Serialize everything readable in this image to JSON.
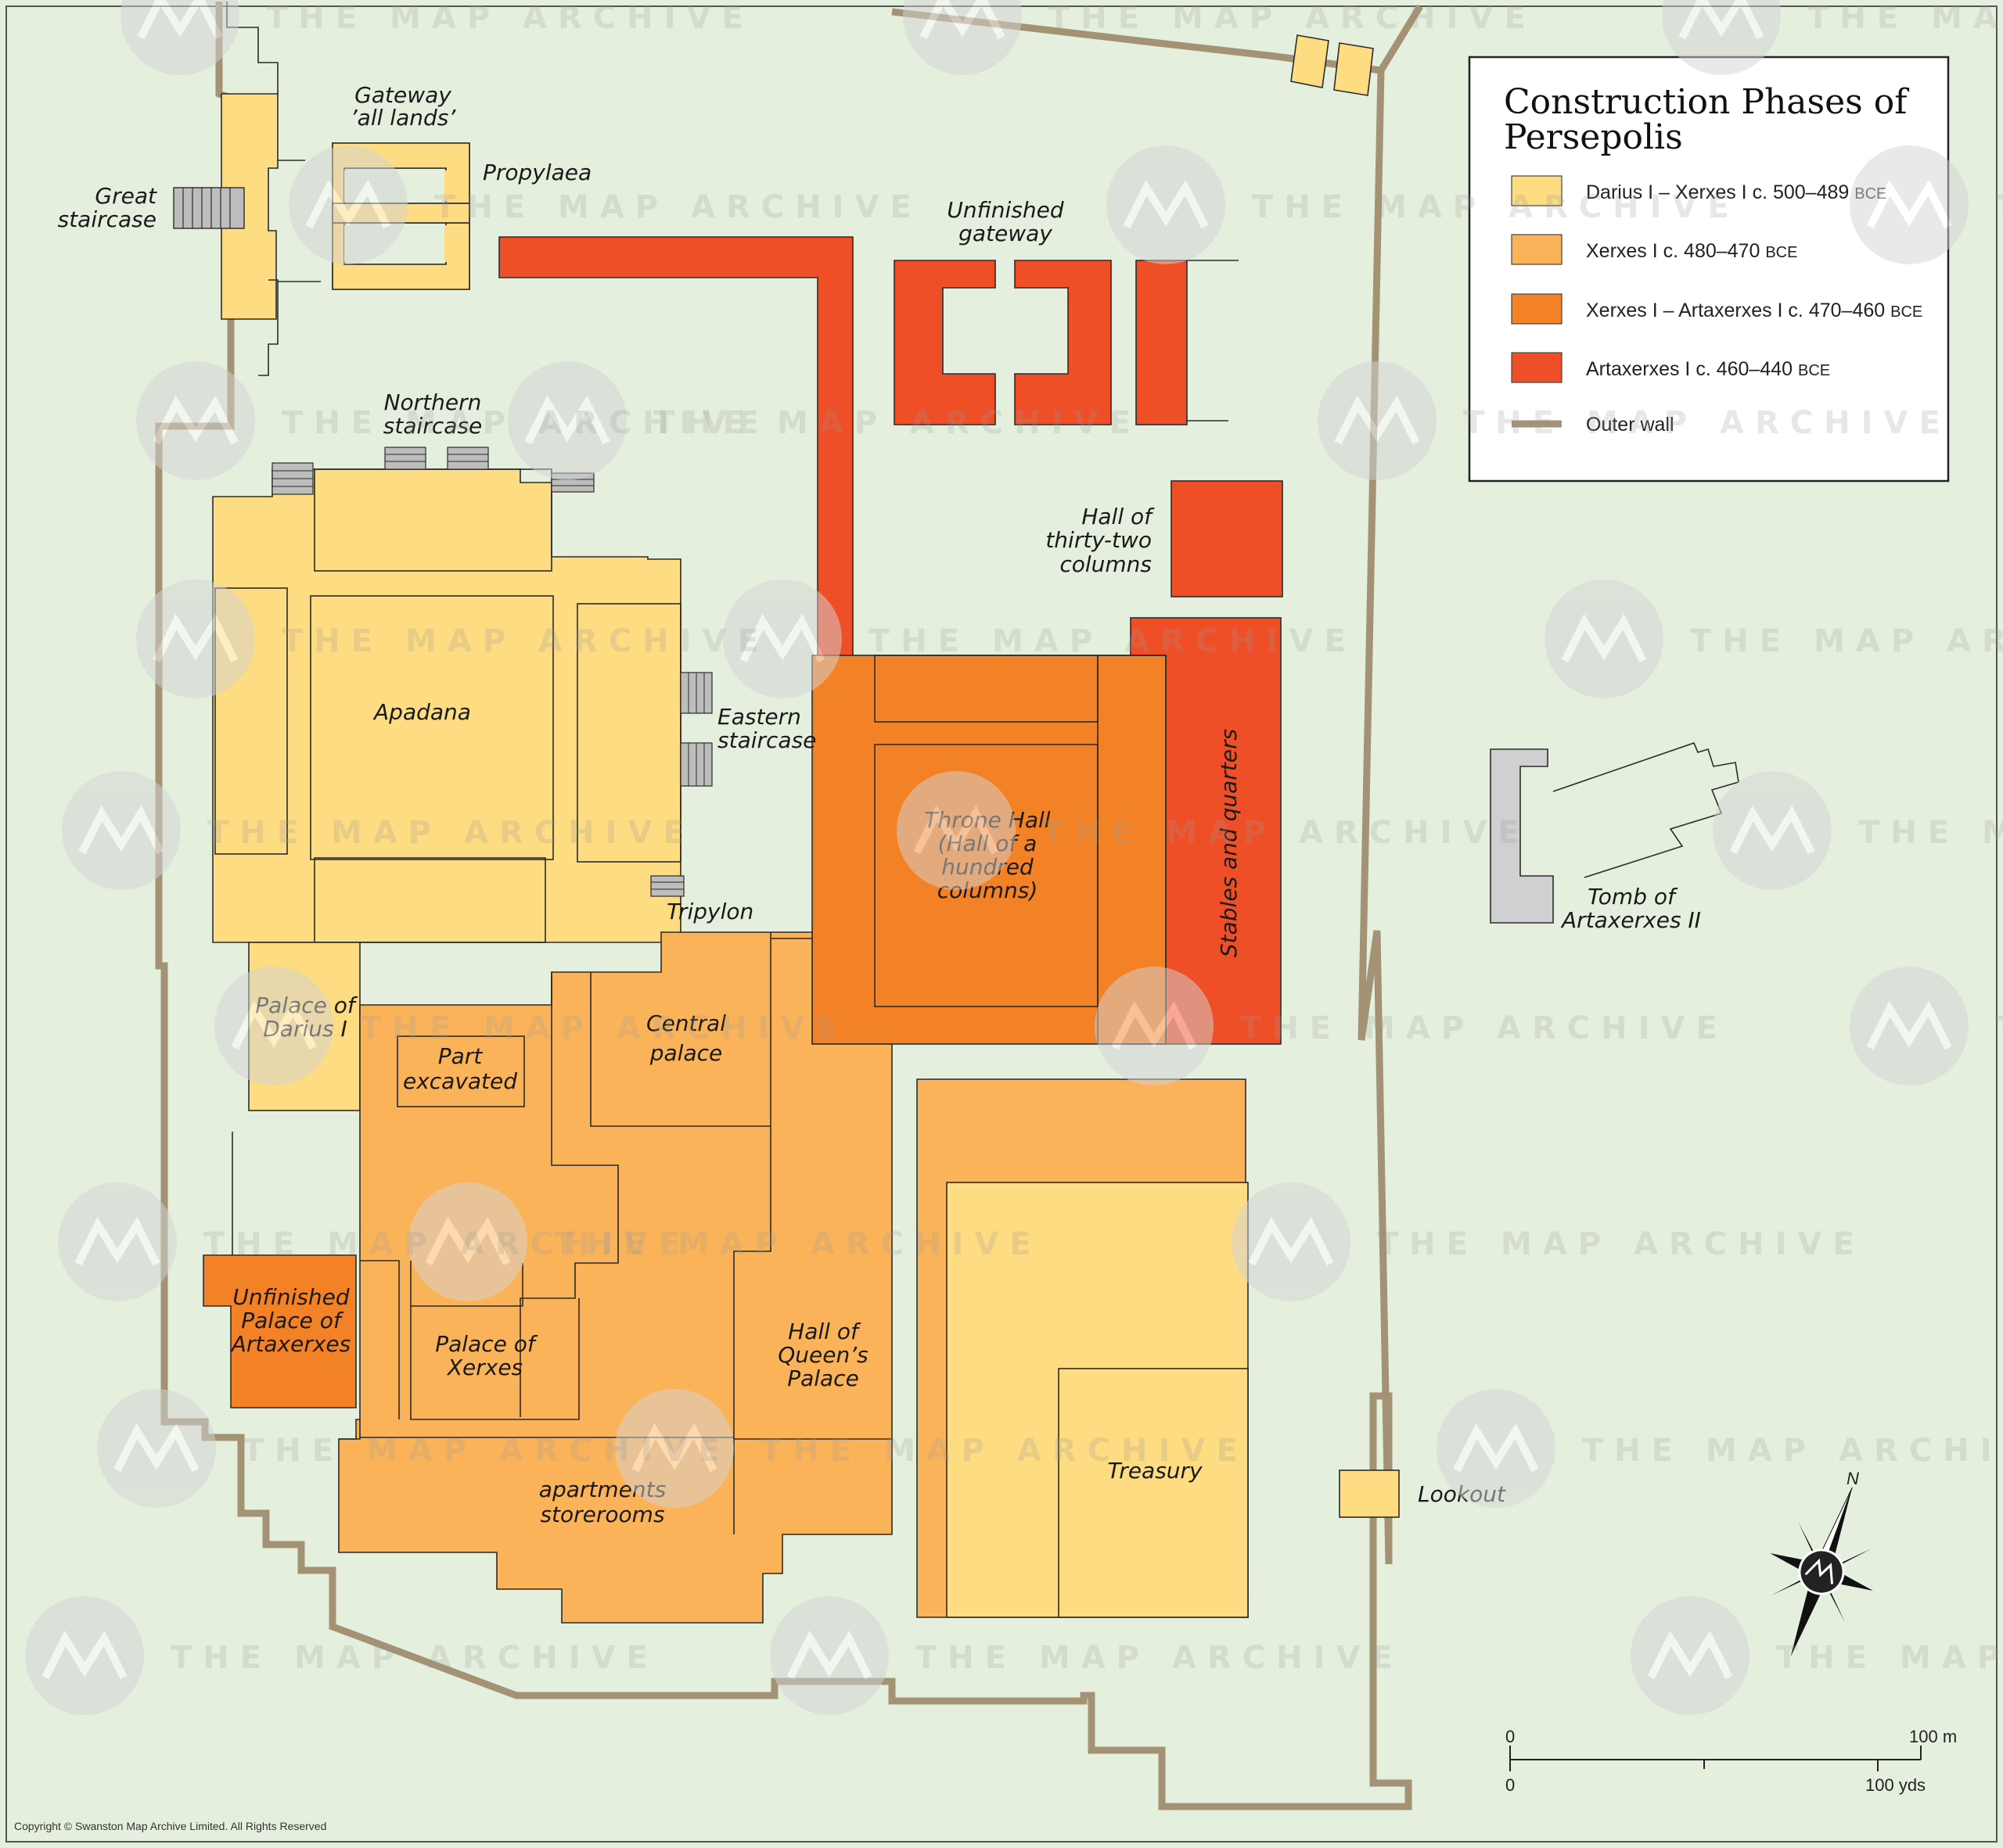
{
  "legend": {
    "title_line1": "Construction Phases of",
    "title_line2": "Persepolis",
    "items": [
      {
        "label": "Darius I – Xerxes I c. 500–489",
        "suffix": "BCE",
        "color": "#fedc82"
      },
      {
        "label": "Xerxes I c. 480–470",
        "suffix": "BCE",
        "color": "#fbb35a"
      },
      {
        "label": "Xerxes I – Artaxerxes I c. 470–460",
        "suffix": "BCE",
        "color": "#f38226"
      },
      {
        "label": "Artaxerxes I c. 460–440",
        "suffix": "BCE",
        "color": "#ef4f27"
      },
      {
        "label": "Outer wall",
        "suffix": "",
        "color": "#a39274"
      }
    ]
  },
  "labels": {
    "gateway_l1": "Gateway",
    "gateway_l2": "’all lands’",
    "propylaea": "Propylaea",
    "great_l1": "Great",
    "great_l2": "staircase",
    "unfinished_gw_l1": "Unfinished",
    "unfinished_gw_l2": "gateway",
    "northern_l1": "Northern",
    "northern_l2": "staircase",
    "hall32_l1": "Hall of",
    "hall32_l2": "thirty-two",
    "hall32_l3": "columns",
    "apadana": "Apadana",
    "eastern_l1": "Eastern",
    "eastern_l2": "staircase",
    "throne_l1": "Throne Hall",
    "throne_l2": "(Hall of a",
    "throne_l3": "hundred",
    "throne_l4": "columns)",
    "stables": "Stables and quarters",
    "tripylon": "Tripylon",
    "darius_l1": "Palace of",
    "darius_l2": "Darius I",
    "central_l1": "Central",
    "central_l2": "palace",
    "part_l1": "Part",
    "part_l2": "excavated",
    "tomb_l1": "Tomb of",
    "tomb_l2": "Artaxerxes II",
    "unf_pal_l1": "Unfinished",
    "unf_pal_l2": "Palace of",
    "unf_pal_l3": "Artaxerxes",
    "xerxes_l1": "Palace of",
    "xerxes_l2": "Xerxes",
    "queen_l1": "Hall of",
    "queen_l2": "Queen’s",
    "queen_l3": "Palace",
    "lookout": "Lookout",
    "treasury": "Treasury",
    "apart_l1": "apartments",
    "apart_l2": "storerooms"
  },
  "scale": {
    "zero_top": "0",
    "m_label": "100 m",
    "zero_bottom": "0",
    "yds_label": "100 yds"
  },
  "north": "N",
  "watermark": "THE MAP ARCHIVE",
  "copyright": "Copyright © Swanston Map Archive Limited. All Rights Reserved",
  "colors": {
    "background": "#e4f0dd",
    "darius": "#fedc82",
    "xerxes": "#fbb35a",
    "xerxes_artaxerxes": "#f38226",
    "artaxerxes": "#ef4f27",
    "wall": "#a39274",
    "tomb": "#d0d0d2"
  }
}
